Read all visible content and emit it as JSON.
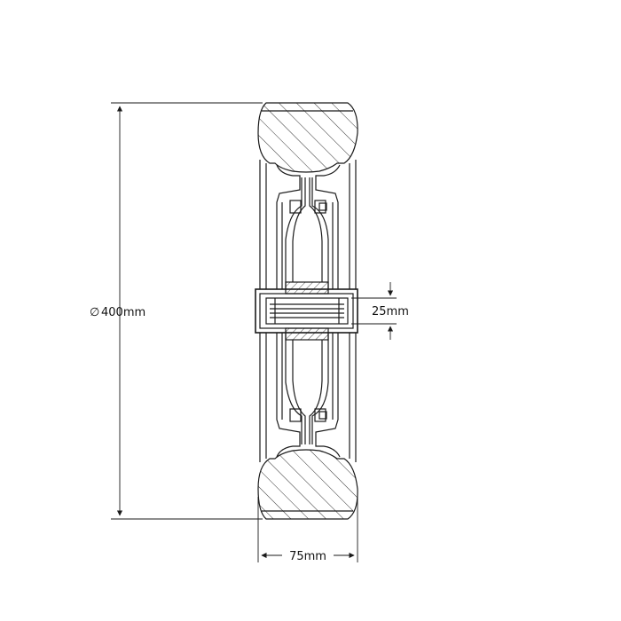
{
  "drawing": {
    "dimensions": {
      "diameter": {
        "symbol": "∅",
        "value": "400mm"
      },
      "width": "75mm",
      "bore": "25mm"
    },
    "colors": {
      "line": "#1a1a1a",
      "background": "#ffffff"
    }
  }
}
